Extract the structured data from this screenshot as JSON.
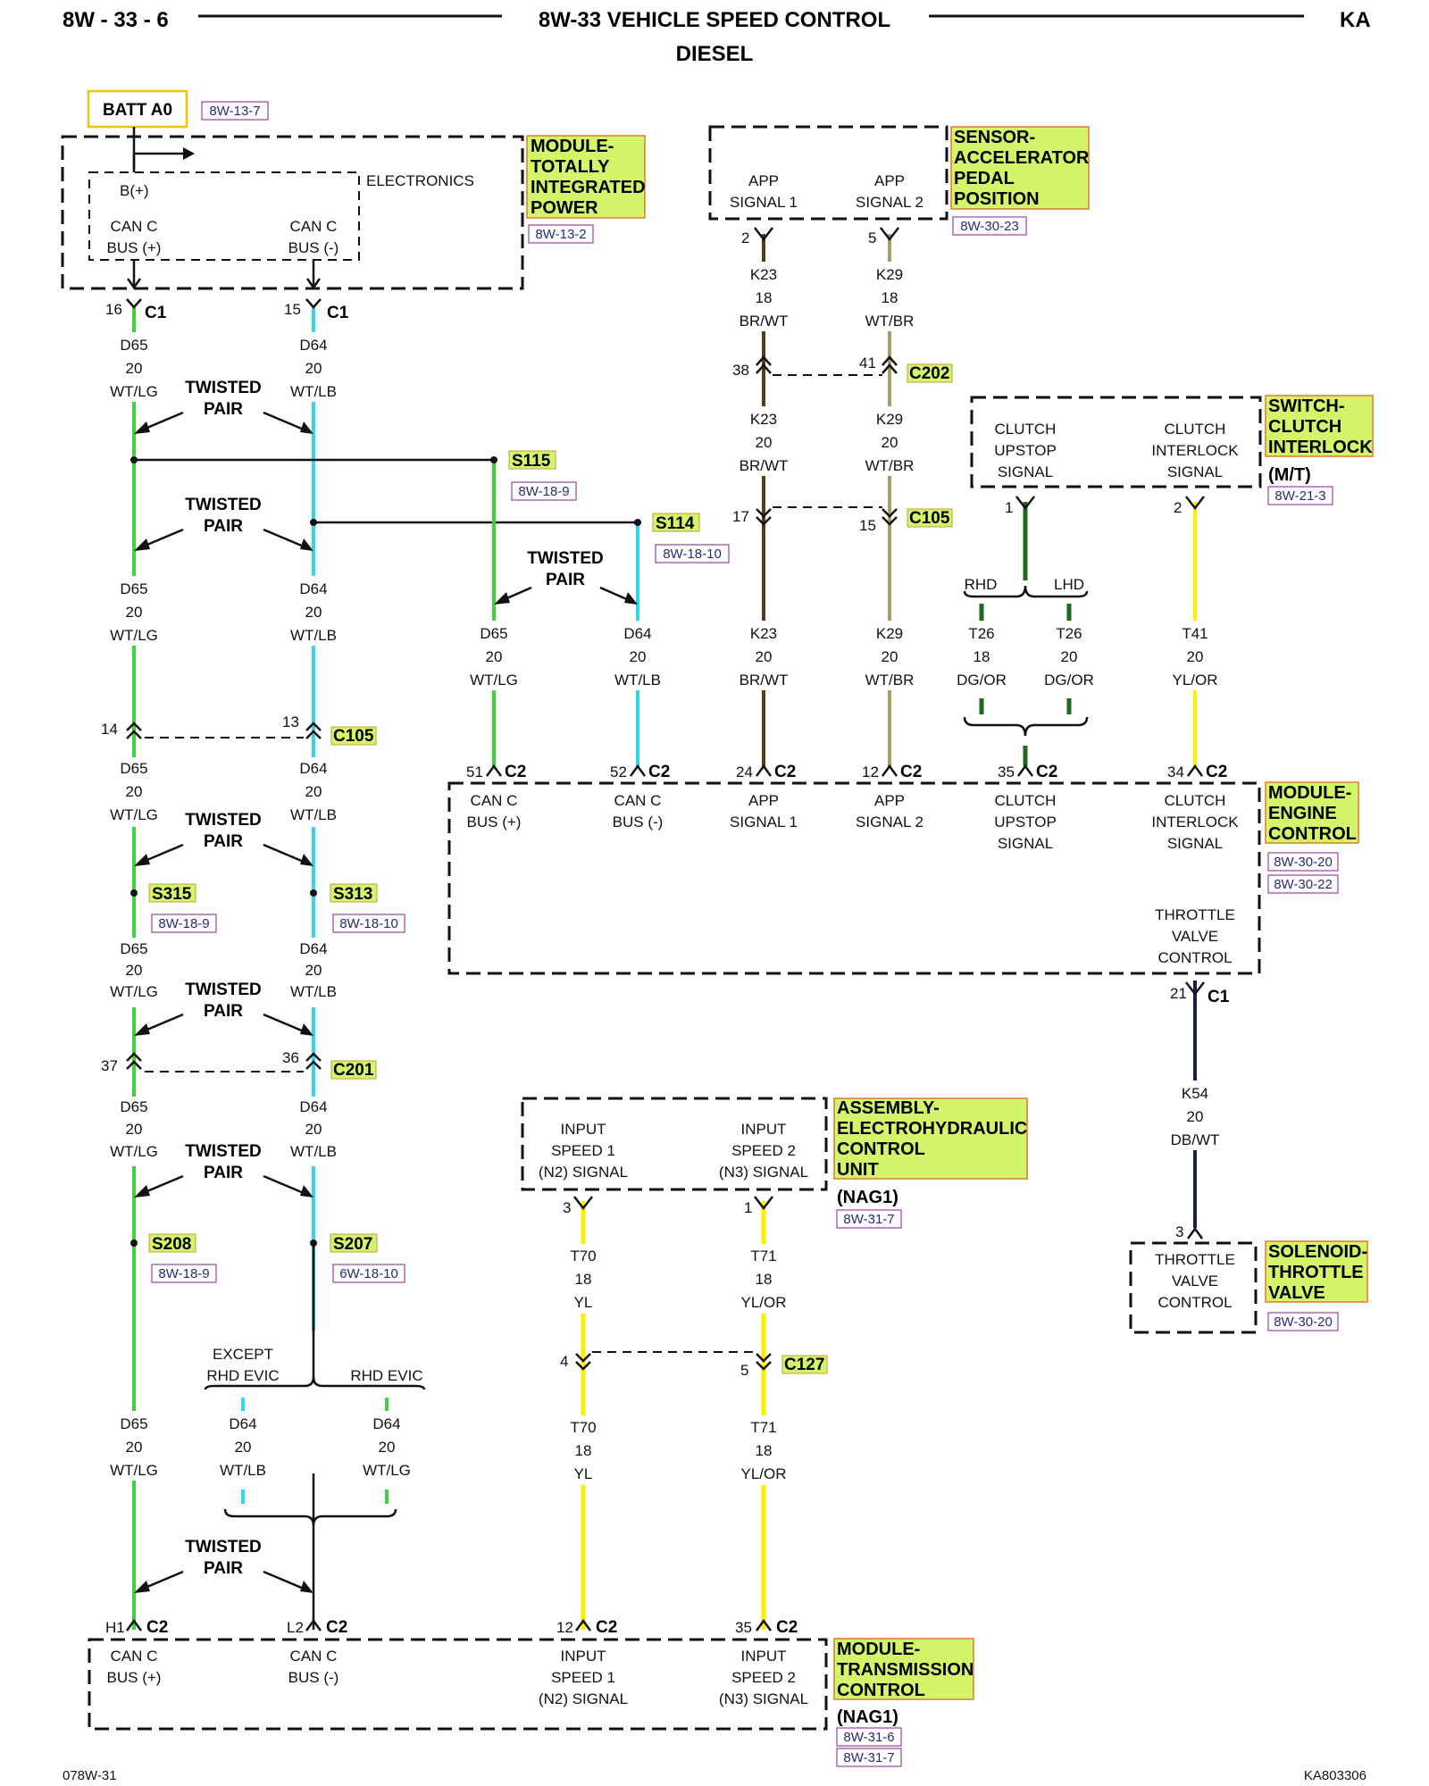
{
  "header": {
    "left": "8W - 33 - 6",
    "title": "8W-33 VEHICLE SPEED CONTROL",
    "subtitle": "DIESEL",
    "right": "KA"
  },
  "footer": {
    "left": "078W-31",
    "right": "KA803306"
  },
  "common": {
    "twisted": "TWISTED",
    "pair": "PAIR"
  },
  "batt": {
    "label": "BATT A0",
    "ref": "8W-13-7"
  },
  "tipm": {
    "name": [
      "MODULE-",
      "TOTALLY",
      "INTEGRATED",
      "POWER"
    ],
    "ref": "8W-13-2",
    "electronics": "ELECTRONICS",
    "bplus": "B(+)",
    "canp": [
      "CAN C",
      "BUS (+)"
    ],
    "cann": [
      "CAN C",
      "BUS (-)"
    ]
  },
  "apps": {
    "name": [
      "SENSOR-",
      "ACCELERATOR",
      "PEDAL",
      "POSITION"
    ],
    "ref": "8W-30-23",
    "sig1": [
      "APP",
      "SIGNAL 1"
    ],
    "sig2": [
      "APP",
      "SIGNAL 2"
    ]
  },
  "clutch": {
    "name": [
      "SWITCH-",
      "CLUTCH",
      "INTERLOCK"
    ],
    "sub": "(M/T)",
    "ref": "8W-21-3",
    "sig1": [
      "CLUTCH",
      "UPSTOP",
      "SIGNAL"
    ],
    "sig2": [
      "CLUTCH",
      "INTERLOCK",
      "SIGNAL"
    ]
  },
  "ecm": {
    "name": [
      "MODULE-",
      "ENGINE",
      "CONTROL"
    ],
    "refs": [
      "8W-30-20",
      "8W-30-22"
    ],
    "p1": [
      "CAN C",
      "BUS (+)"
    ],
    "p2": [
      "CAN C",
      "BUS (-)"
    ],
    "p3": [
      "APP",
      "SIGNAL 1"
    ],
    "p4": [
      "APP",
      "SIGNAL 2"
    ],
    "p5": [
      "CLUTCH",
      "UPSTOP",
      "SIGNAL"
    ],
    "p6": [
      "CLUTCH",
      "INTERLOCK",
      "SIGNAL"
    ],
    "p7": [
      "THROTTLE",
      "VALVE",
      "CONTROL"
    ]
  },
  "solenoid": {
    "name": [
      "SOLENOID-",
      "THROTTLE",
      "VALVE"
    ],
    "ref": "8W-30-20",
    "sig": [
      "THROTTLE",
      "VALVE",
      "CONTROL"
    ]
  },
  "ehcu": {
    "name": [
      "ASSEMBLY-",
      "ELECTROHYDRAULIC",
      "CONTROL",
      "UNIT"
    ],
    "sub": "(NAG1)",
    "ref": "8W-31-7",
    "sig1": [
      "INPUT",
      "SPEED 1",
      "(N2) SIGNAL"
    ],
    "sig2": [
      "INPUT",
      "SPEED 2",
      "(N3) SIGNAL"
    ]
  },
  "tcm": {
    "name": [
      "MODULE-",
      "TRANSMISSION",
      "CONTROL"
    ],
    "sub": "(NAG1)",
    "refs": [
      "8W-31-6",
      "8W-31-7"
    ],
    "p1": [
      "CAN C",
      "BUS (+)"
    ],
    "p2": [
      "CAN C",
      "BUS (-)"
    ],
    "p3": [
      "INPUT",
      "SPEED 1",
      "(N2) SIGNAL"
    ],
    "p4": [
      "INPUT",
      "SPEED 2",
      "(N3) SIGNAL"
    ]
  },
  "connectors": {
    "c1": "C1",
    "c2": "C2",
    "c105": "C105",
    "c127": "C127",
    "c201": "C201",
    "c202": "C202"
  },
  "splices": [
    {
      "id": "S115",
      "ref": "8W-18-9"
    },
    {
      "id": "S114",
      "ref": "8W-18-10"
    },
    {
      "id": "S315",
      "ref": "8W-18-9"
    },
    {
      "id": "S313",
      "ref": "8W-18-10"
    },
    {
      "id": "S208",
      "ref": "8W-18-9"
    },
    {
      "id": "S207",
      "ref": "6W-18-10"
    }
  ],
  "pins": {
    "p16": "16",
    "p15": "15",
    "p2": "2",
    "p5": "5",
    "p38": "38",
    "p41": "41",
    "p17": "17",
    "p15b": "15",
    "p1": "1",
    "p2b": "2",
    "p14": "14",
    "p13": "13",
    "p51": "51",
    "p52": "52",
    "p24": "24",
    "p12": "12",
    "p35": "35",
    "p34": "34",
    "p21": "21",
    "p37": "37",
    "p36": "36",
    "p3": "3",
    "p1b": "1",
    "p4": "4",
    "p5b": "5",
    "p3b": "3",
    "pH1": "H1",
    "pL2": "L2",
    "p12b": "12",
    "p35b": "35"
  },
  "wires": {
    "d65": [
      "D65",
      "20",
      "WT/LG"
    ],
    "d64": [
      "D64",
      "20",
      "WT/LB"
    ],
    "d64lg": [
      "D64",
      "20",
      "WT/LG"
    ],
    "k23a": [
      "K23",
      "18",
      "BR/WT"
    ],
    "k29a": [
      "K29",
      "18",
      "WT/BR"
    ],
    "k23b": [
      "K23",
      "20",
      "BR/WT"
    ],
    "k29b": [
      "K29",
      "20",
      "WT/BR"
    ],
    "t26a": [
      "T26",
      "18",
      "DG/OR"
    ],
    "t26b": [
      "T26",
      "20",
      "DG/OR"
    ],
    "t41": [
      "T41",
      "20",
      "YL/OR"
    ],
    "k54": [
      "K54",
      "20",
      "DB/WT"
    ],
    "t70": [
      "T70",
      "18",
      "YL"
    ],
    "t71": [
      "T71",
      "18",
      "YL/OR"
    ]
  },
  "variants": {
    "rhd": "RHD",
    "lhd": "LHD",
    "except": [
      "EXCEPT",
      "RHD EVIC"
    ],
    "rhdevic": "RHD EVIC"
  },
  "colors": {
    "green": "#3fd13f",
    "cyan": "#33d6ee",
    "yellow": "#ffee00",
    "brown": "#5a3a1a",
    "tan": "#b09a6a",
    "navy": "#1a1f4a",
    "dkgreen": "#1e6a1e",
    "highlight": "#d4f56a"
  }
}
